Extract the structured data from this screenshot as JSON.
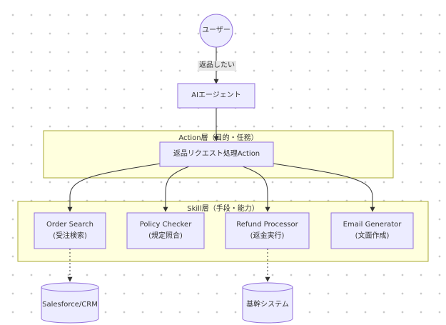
{
  "start_node": {
    "label": "ユーザー"
  },
  "edge_label": "返品したい",
  "agent_node": {
    "label": "AIエージェント"
  },
  "action_group": {
    "title": "Action層（目的・任務）",
    "node": {
      "label": "返品リクエスト処理Action"
    }
  },
  "skill_group": {
    "title": "Skill層（手段・能力）",
    "skills": [
      {
        "name": "Order Search",
        "sub": "(受注検索)"
      },
      {
        "name": "Policy Checker",
        "sub": "(規定照合)"
      },
      {
        "name": "Refund Processor",
        "sub": "(返金実行)"
      },
      {
        "name": "Email Generator",
        "sub": "(文面作成)"
      }
    ]
  },
  "databases": [
    {
      "label": "Salesforce/CRM"
    },
    {
      "label": "基幹システム"
    }
  ],
  "colors": {
    "node_fill": "#ECECFF",
    "node_stroke": "#9370DB",
    "group_fill": "#FFFFDE",
    "group_stroke": "#AAAA33",
    "line": "#333333",
    "edge_label_bg": "#E8E8E8"
  }
}
